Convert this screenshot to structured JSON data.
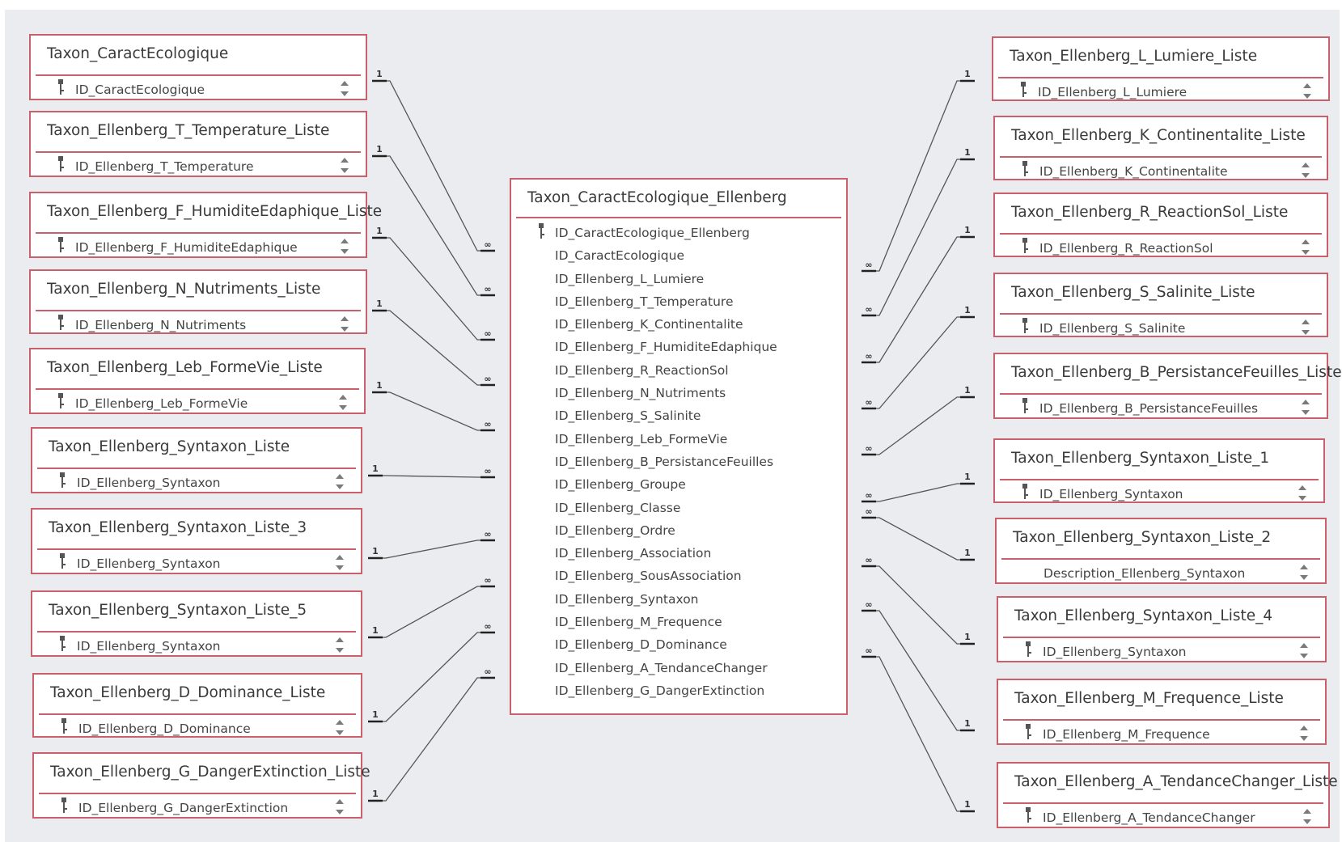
{
  "colors": {
    "table_border": "#c9606c",
    "canvas": "#eaecef",
    "line": "#555555"
  },
  "icons": {
    "key": "key-icon",
    "spinner": "spinner-arrows-icon"
  },
  "relationship_labels": {
    "one": "1",
    "many": "∞"
  },
  "main_table": {
    "title": "Taxon_CaractEcologique_Ellenberg",
    "fields": [
      "ID_CaractEcologique_Ellenberg",
      "ID_CaractEcologique",
      "ID_Ellenberg_L_Lumiere",
      "ID_Ellenberg_T_Temperature",
      "ID_Ellenberg_K_Continentalite",
      "ID_Ellenberg_F_HumiditeEdaphique",
      "ID_Ellenberg_R_ReactionSol",
      "ID_Ellenberg_N_Nutriments",
      "ID_Ellenberg_S_Salinite",
      "ID_Ellenberg_Leb_FormeVie",
      "ID_Ellenberg_B_PersistanceFeuilles",
      "ID_Ellenberg_Groupe",
      "ID_Ellenberg_Classe",
      "ID_Ellenberg_Ordre",
      "ID_Ellenberg_Association",
      "ID_Ellenberg_SousAssociation",
      "ID_Ellenberg_Syntaxon",
      "ID_Ellenberg_M_Frequence",
      "ID_Ellenberg_D_Dominance",
      "ID_Ellenberg_A_TendanceChanger",
      "ID_Ellenberg_G_DangerExtinction"
    ]
  },
  "left_tables": [
    {
      "title": "Taxon_CaractEcologique",
      "field": "ID_CaractEcologique"
    },
    {
      "title": "Taxon_Ellenberg_T_Temperature_Liste",
      "field": "ID_Ellenberg_T_Temperature"
    },
    {
      "title": "Taxon_Ellenberg_F_HumiditeEdaphique_Liste",
      "field": "ID_Ellenberg_F_HumiditeEdaphique"
    },
    {
      "title": "Taxon_Ellenberg_N_Nutriments_Liste",
      "field": "ID_Ellenberg_N_Nutriments"
    },
    {
      "title": "Taxon_Ellenberg_Leb_FormeVie_Liste",
      "field": "ID_Ellenberg_Leb_FormeVie"
    },
    {
      "title": "Taxon_Ellenberg_Syntaxon_Liste",
      "field": "ID_Ellenberg_Syntaxon"
    },
    {
      "title": "Taxon_Ellenberg_Syntaxon_Liste_3",
      "field": "ID_Ellenberg_Syntaxon"
    },
    {
      "title": "Taxon_Ellenberg_Syntaxon_Liste_5",
      "field": "ID_Ellenberg_Syntaxon"
    },
    {
      "title": "Taxon_Ellenberg_D_Dominance_Liste",
      "field": "ID_Ellenberg_D_Dominance"
    },
    {
      "title": "Taxon_Ellenberg_G_DangerExtinction_Liste",
      "field": "ID_Ellenberg_G_DangerExtinction"
    }
  ],
  "right_tables": [
    {
      "title": "Taxon_Ellenberg_L_Lumiere_Liste",
      "field": "ID_Ellenberg_L_Lumiere"
    },
    {
      "title": "Taxon_Ellenberg_K_Continentalite_Liste",
      "field": "ID_Ellenberg_K_Continentalite"
    },
    {
      "title": "Taxon_Ellenberg_R_ReactionSol_Liste",
      "field": "ID_Ellenberg_R_ReactionSol"
    },
    {
      "title": "Taxon_Ellenberg_S_Salinite_Liste",
      "field": "ID_Ellenberg_S_Salinite"
    },
    {
      "title": "Taxon_Ellenberg_B_PersistanceFeuilles_Liste",
      "field": "ID_Ellenberg_B_PersistanceFeuilles"
    },
    {
      "title": "Taxon_Ellenberg_Syntaxon_Liste_1",
      "field": "ID_Ellenberg_Syntaxon"
    },
    {
      "title": "Taxon_Ellenberg_Syntaxon_Liste_2",
      "field": "Description_Ellenberg_Syntaxon"
    },
    {
      "title": "Taxon_Ellenberg_Syntaxon_Liste_4",
      "field": "ID_Ellenberg_Syntaxon"
    },
    {
      "title": "Taxon_Ellenberg_M_Frequence_Liste",
      "field": "ID_Ellenberg_M_Frequence"
    },
    {
      "title": "Taxon_Ellenberg_A_TendanceChanger_Liste",
      "field": "ID_Ellenberg_A_TendanceChanger"
    }
  ]
}
